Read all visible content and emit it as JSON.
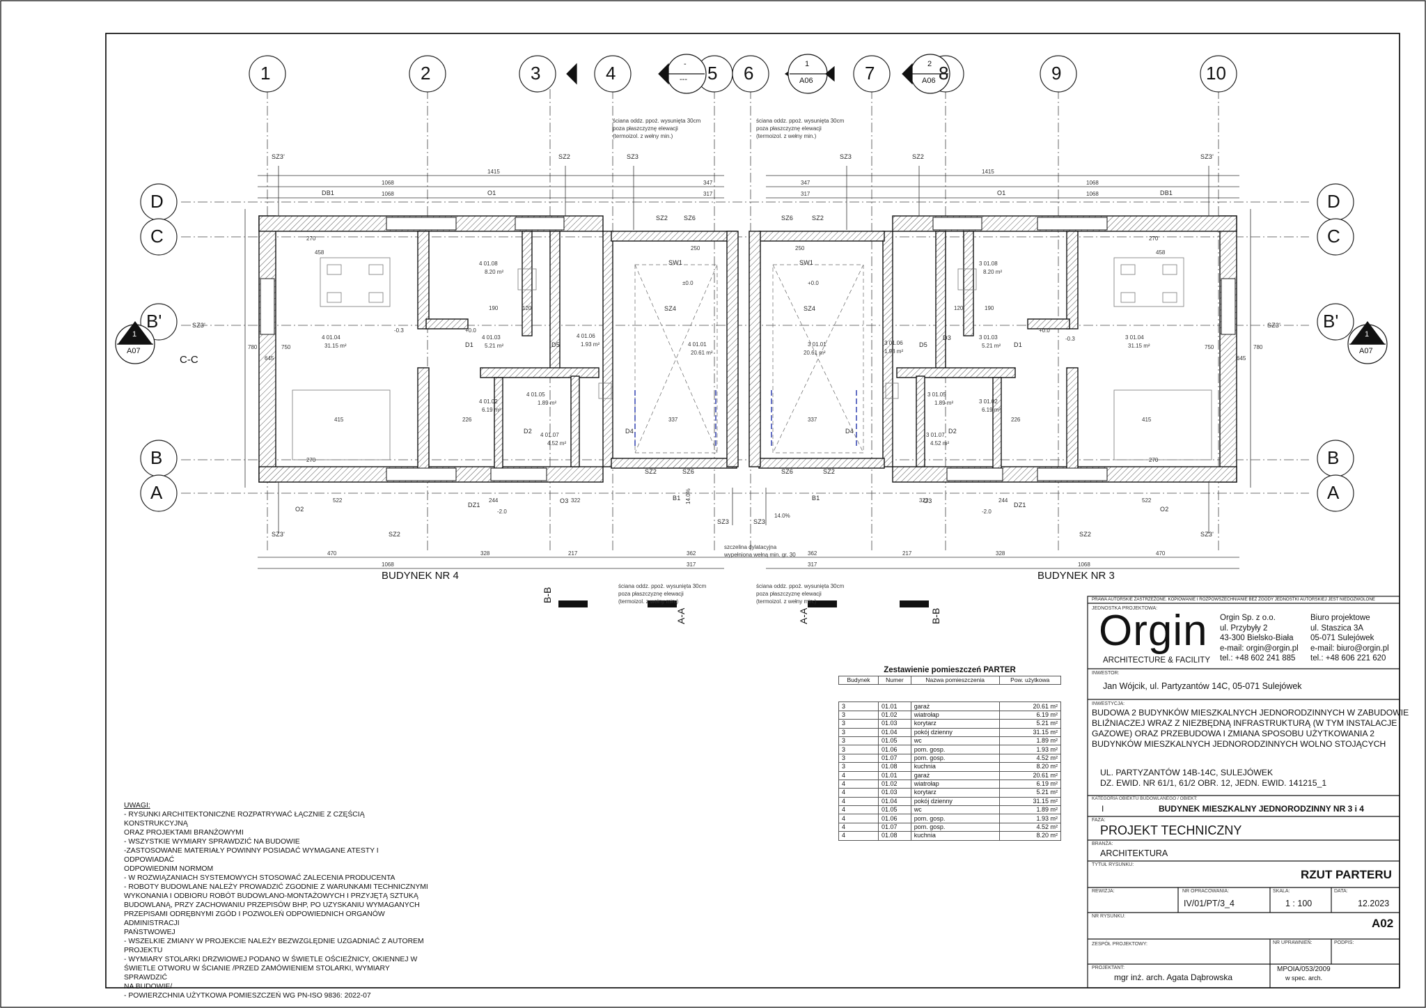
{
  "grid": {
    "columns": [
      "1",
      "2",
      "3",
      "4",
      "5",
      "6",
      "7",
      "8",
      "9",
      "10"
    ],
    "rows_left": [
      "D",
      "C",
      "B'",
      "B",
      "A"
    ],
    "rows_right": [
      "D",
      "C",
      "B'",
      "B",
      "A"
    ]
  },
  "section_marks": {
    "a06_1_num": "1",
    "a06_1_ref": "A06",
    "a06_2_num": "2",
    "a06_2_ref": "A06",
    "a06_blank_num": "-",
    "a06_blank_ref": "---",
    "a07_left_num": "1",
    "a07_left_ref": "A07",
    "a07_right_num": "1",
    "a07_right_ref": "A07",
    "cc": "C-C",
    "aa": "A-A",
    "bb": "B-B"
  },
  "plan": {
    "building_left": "BUDYNEK NR 4",
    "building_right": "BUDYNEK NR 3",
    "tags": {
      "sz2": "SZ2",
      "sz3": "SZ3",
      "sz3p": "SZ3'",
      "sz6": "SZ6",
      "sz4": "SZ4",
      "sw1": "SW1",
      "d1": "D1",
      "d2": "D2",
      "d3": "D3",
      "d4": "D4",
      "d5": "D5",
      "o1": "O1",
      "o2": "O2",
      "o3": "O3",
      "b1": "B1",
      "dz1": "DZ1",
      "db1": "DB1"
    },
    "rooms_left": [
      {
        "id": "4  01.01",
        "area": "20.61 m²"
      },
      {
        "id": "4  01.02",
        "area": "6.19 m²"
      },
      {
        "id": "4  01.03",
        "area": "5.21 m²"
      },
      {
        "id": "4  01.04",
        "area": "31.15 m²"
      },
      {
        "id": "4  01.05",
        "area": "1.89 m²"
      },
      {
        "id": "4  01.06",
        "area": "1.93 m²"
      },
      {
        "id": "4  01.07",
        "area": "4.52 m²"
      },
      {
        "id": "4  01.08",
        "area": "8.20 m²"
      }
    ],
    "rooms_right": [
      {
        "id": "3  01.01",
        "area": "20.61 m²"
      },
      {
        "id": "3  01.02",
        "area": "6.19 m²"
      },
      {
        "id": "3  01.03",
        "area": "5.21 m²"
      },
      {
        "id": "3  01.04",
        "area": "31.15 m²"
      },
      {
        "id": "3  01.05",
        "area": "1.89 m²"
      },
      {
        "id": "3  01.06",
        "area": "1.93 m²"
      },
      {
        "id": "3  01.07",
        "area": "4.52 m²"
      },
      {
        "id": "3  01.08",
        "area": "8.20 m²"
      }
    ],
    "dims_top": [
      "1415",
      "1068",
      "1068",
      "347",
      "317",
      "347",
      "317",
      "1415",
      "1068",
      "1068"
    ],
    "dims_bottom": [
      "470",
      "328",
      "217",
      "362",
      "317",
      "317",
      "362",
      "217",
      "328",
      "470"
    ],
    "dims_bottom2": [
      "1068",
      "1068"
    ],
    "dims_misc": [
      "522",
      "244",
      "322",
      "322",
      "244",
      "522",
      "270",
      "270",
      "270",
      "270",
      "458",
      "458",
      "750",
      "750",
      "415",
      "415",
      "337",
      "337",
      "226",
      "226",
      "190",
      "190",
      "120",
      "120",
      "780",
      "780",
      "645",
      "645",
      "250",
      "250"
    ],
    "levels": [
      "-0.3",
      "+0.0",
      "±0.0",
      "+0.0",
      "-2.0",
      "-2.0",
      "+0.0",
      "-0.3"
    ],
    "notes_wall": [
      "ściana oddz. ppoż. wysunięta 30cm",
      "poza płaszczyznę elewacji",
      "(termoizol. z wełny min.)"
    ],
    "notes_wall_bottom_1": [
      "ściana oddz. ppoż. wysunięta 30cm",
      "poza płaszczyznę elewacji",
      "(termoizol. z wełny min.)"
    ],
    "notes_wall_bottom_2": [
      "ściana oddz. ppoż. wysunięta 30cm",
      "poza płaszczyznę elewacji",
      "(termoizol. z wełny min.)"
    ],
    "note_dylatacja": [
      "szczelina dylatacyjna",
      "wypełniona wełną min. gr. 30"
    ],
    "slope_left": "14.0%",
    "slope_right": "14.0%"
  },
  "room_table": {
    "title": "Zestawienie pomieszczeń PARTER",
    "headers": [
      "Budynek",
      "Numer",
      "Nazwa pomieszczenia",
      "Pow. użytkowa"
    ],
    "rows": [
      [
        "3",
        "01.01",
        "garaż",
        "20.61 m²"
      ],
      [
        "3",
        "01.02",
        "wiatrołap",
        "6.19 m²"
      ],
      [
        "3",
        "01.03",
        "korytarz",
        "5.21 m²"
      ],
      [
        "3",
        "01.04",
        "pokój dzienny",
        "31.15 m²"
      ],
      [
        "3",
        "01.05",
        "wc",
        "1.89 m²"
      ],
      [
        "3",
        "01.06",
        "pom. gosp.",
        "1.93 m²"
      ],
      [
        "3",
        "01.07",
        "pom. gosp.",
        "4.52 m²"
      ],
      [
        "3",
        "01.08",
        "kuchnia",
        "8.20 m²"
      ],
      [
        "4",
        "01.01",
        "garaż",
        "20.61 m²"
      ],
      [
        "4",
        "01.02",
        "wiatrołap",
        "6.19 m²"
      ],
      [
        "4",
        "01.03",
        "korytarz",
        "5.21 m²"
      ],
      [
        "4",
        "01.04",
        "pokój dzienny",
        "31.15 m²"
      ],
      [
        "4",
        "01.05",
        "wc",
        "1.89 m²"
      ],
      [
        "4",
        "01.06",
        "pom. gosp.",
        "1.93 m²"
      ],
      [
        "4",
        "01.07",
        "pom. gosp.",
        "4.52 m²"
      ],
      [
        "4",
        "01.08",
        "kuchnia",
        "8.20 m²"
      ]
    ]
  },
  "notes": {
    "title": "UWAGI:",
    "lines": [
      "- RYSUNKI ARCHITEKTONICZNE ROZPATRYWAĆ ŁĄCZNIE Z CZĘŚCIĄ KONSTRUKCYJNĄ",
      "ORAZ PROJEKTAMI BRANŻOWYMI",
      "- WSZYSTKIE WYMIARY SPRAWDZIĆ NA BUDOWIE",
      "-ZASTOSOWANE MATERIAŁY POWINNY POSIADAĆ WYMAGANE ATESTY I ODPOWIADAĆ",
      "ODPOWIEDNIM NORMOM",
      "- W ROZWIĄZANIACH SYSTEMOWYCH STOSOWAĆ ZALECENIA PRODUCENTA",
      "- ROBOTY BUDOWLANE NALEŻY PROWADZIĆ ZGODNIE Z WARUNKAMI TECHNICZNYMI",
      "WYKONANIA I ODBIORU ROBÓT BUDOWLANO-MONTAŻOWYCH I PRZYJĘTĄ SZTUKĄ",
      "BUDOWLANĄ, PRZY ZACHOWANIU PRZEPISÓW BHP, PO UZYSKANIU WYMAGANYCH",
      "PRZEPISAMI ODRĘBNYMI ZGÓD I POZWOLEŃ ODPOWIEDNICH ORGANÓW ADMINISTRACJI",
      "PAŃSTWOWEJ",
      "- WSZELKIE ZMIANY W PROJEKCIE NALEŻY BEZWZGLĘDNIE UZGADNIAĆ Z AUTOREM",
      "PROJEKTU",
      "- WYMIARY STOLARKI DRZWIOWEJ PODANO W ŚWIETLE OŚCIEŻNICY, OKIENNEJ W",
      "ŚWIETLE OTWORU W ŚCIANIE /PRZED ZAMÓWIENIEM STOLARKI, WYMIARY SPRAWDZIĆ",
      "NA BUDOWIE/",
      "- POWIERZCHNIA UŻYTKOWA POMIESZCZEŃ WG PN-ISO 9836: 2022-07"
    ]
  },
  "title_block": {
    "copyright": "PRAWA AUTORSKIE ZASTRZEŻONE. KOPIOWANIE I ROZPOWSZECHNIANIE BEZ ZGODY JEDNOSTKI AUTORSKIEJ JEST NIEDOZWOLONE",
    "unit_label": "JEDNOSTKA PROJEKTOWA:",
    "logo": "Orgin",
    "logo_sub": "ARCHITECTURE & FACILITY",
    "company": [
      "Orgin Sp. z o.o.",
      "ul. Przybyły 2",
      "43-300 Bielsko-Biała",
      "e-mail: orgin@orgin.pl",
      "tel.: +48 602 241 885"
    ],
    "office": [
      "Biuro projektowe",
      "ul. Staszica 3A",
      "05-071 Sulejówek",
      "e-mail: biuro@orgin.pl",
      "tel.: +48 606 221 620"
    ],
    "investor_label": "INWESTOR:",
    "investor": "Jan Wójcik, ul. Partyzantów 14C, 05-071 Sulejówek",
    "project_label": "INWESTYCJA:",
    "project": [
      "BUDOWA 2 BUDYNKÓW MIESZKALNYCH JEDNORODZINNYCH W ZABUDOWIE",
      "BLIŹNIACZEJ WRAZ Z NIEZBĘDNĄ INFRASTRUKTURĄ (W TYM INSTALACJE",
      "GAZOWE) ORAZ PRZEBUDOWA I ZMIANA SPOSOBU UŻYTKOWANIA 2",
      "BUDYNKÓW MIESZKALNYCH JEDNORODZINNYCH WOLNO STOJĄCYCH"
    ],
    "address": [
      "UL. PARTYZANTÓW 14B-14C, SULEJÓWEK",
      "DZ. EWID. NR 61/1, 61/2 OBR. 12, JEDN. EWID. 141215_1"
    ],
    "category_label": "KATEGORIA OBIEKTU BUDOWLANEGO / OBIEKT:",
    "category": "I",
    "object": "BUDYNEK MIESZKALNY JEDNORODZINNY NR 3 i 4",
    "phase_label": "FAZA:",
    "phase": "PROJEKT TECHNICZNY",
    "branch_label": "BRANŻA:",
    "branch": "ARCHITEKTURA",
    "drawing_title_label": "TYTUŁ RYSUNKU:",
    "drawing_title": "RZUT PARTERU",
    "revision_label": "REWIZJA:",
    "work_no_label": "NR OPRACOWANIA:",
    "work_no": "IV/01/PT/3_4",
    "scale_label": "SKALA:",
    "scale": "1 : 100",
    "date_label": "DATA:",
    "date": "12.2023",
    "sheet_no_label": "NR RYSUNKU:",
    "sheet_no": "A02",
    "team_label": "ZESPÓŁ PROJEKTOWY:",
    "rights_label": "NR UPRAWNIEŃ:",
    "sign_label": "PODPIS:",
    "designer_label": "PROJEKTANT:",
    "designer": "mgr inż. arch. Agata Dąbrowska",
    "license": "MPOIA/053/2009",
    "license_sub": "w spec. arch."
  }
}
